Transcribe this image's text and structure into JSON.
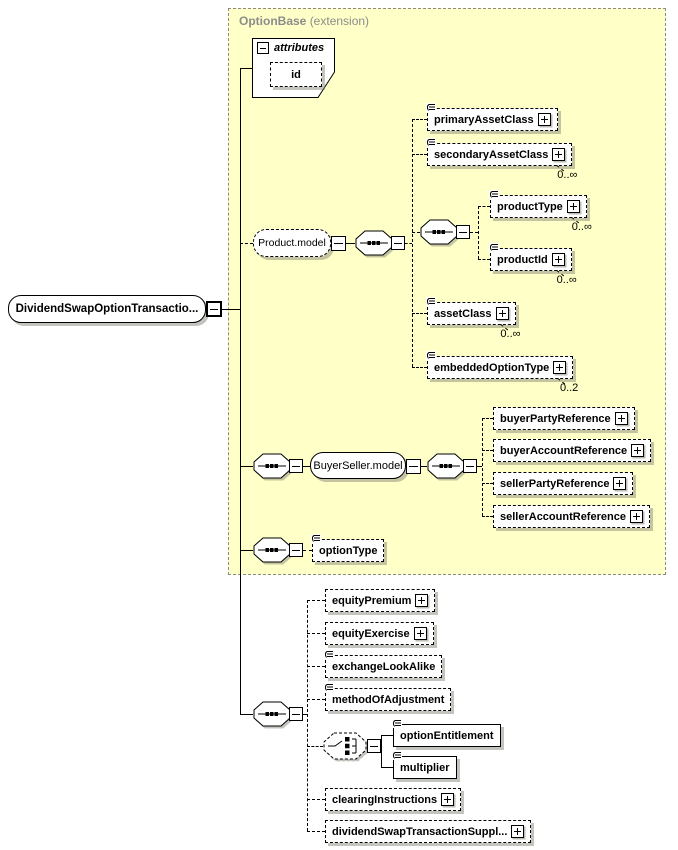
{
  "header": {
    "name": "OptionBase",
    "suffix": "(extension)"
  },
  "root": {
    "label": "DividendSwapOptionTransactio..."
  },
  "attributes": {
    "header": "attributes",
    "id_label": "id"
  },
  "nodes": {
    "productModel": {
      "label": "Product.model"
    },
    "primaryAssetClass": {
      "label": "primaryAssetClass"
    },
    "secondaryAssetClass": {
      "label": "secondaryAssetClass",
      "occurs": "0..∞"
    },
    "productType": {
      "label": "productType",
      "occurs": "0..∞"
    },
    "productId": {
      "label": "productId",
      "occurs": "0..∞"
    },
    "assetClass": {
      "label": "assetClass",
      "occurs": "0..∞"
    },
    "embeddedOptionType": {
      "label": "embeddedOptionType",
      "occurs": "0..2"
    },
    "buyerSellerModel": {
      "label": "BuyerSeller.model"
    },
    "buyerPartyReference": {
      "label": "buyerPartyReference"
    },
    "buyerAccountReference": {
      "label": "buyerAccountReference"
    },
    "sellerPartyReference": {
      "label": "sellerPartyReference"
    },
    "sellerAccountReference": {
      "label": "sellerAccountReference"
    },
    "optionType": {
      "label": "optionType"
    },
    "equityPremium": {
      "label": "equityPremium"
    },
    "equityExercise": {
      "label": "equityExercise"
    },
    "exchangeLookAlike": {
      "label": "exchangeLookAlike"
    },
    "methodOfAdjustment": {
      "label": "methodOfAdjustment"
    },
    "optionEntitlement": {
      "label": "optionEntitlement"
    },
    "multiplier": {
      "label": "multiplier"
    },
    "clearingInstructions": {
      "label": "clearingInstructions"
    },
    "dividendSwapTransactionSupplement": {
      "label": "dividendSwapTransactionSuppl..."
    }
  },
  "icons": {
    "collapse": "−",
    "expand": "+",
    "sequence": "sequence-dots",
    "choice": "choice-switch",
    "reference": "element-ref-lines"
  },
  "colors": {
    "container_fill": "#FFFFC8",
    "container_border": "#8A8A8A",
    "box_shadow": "#B9B9A9",
    "line": "#000000",
    "label_gray": "#8C8C8C"
  }
}
